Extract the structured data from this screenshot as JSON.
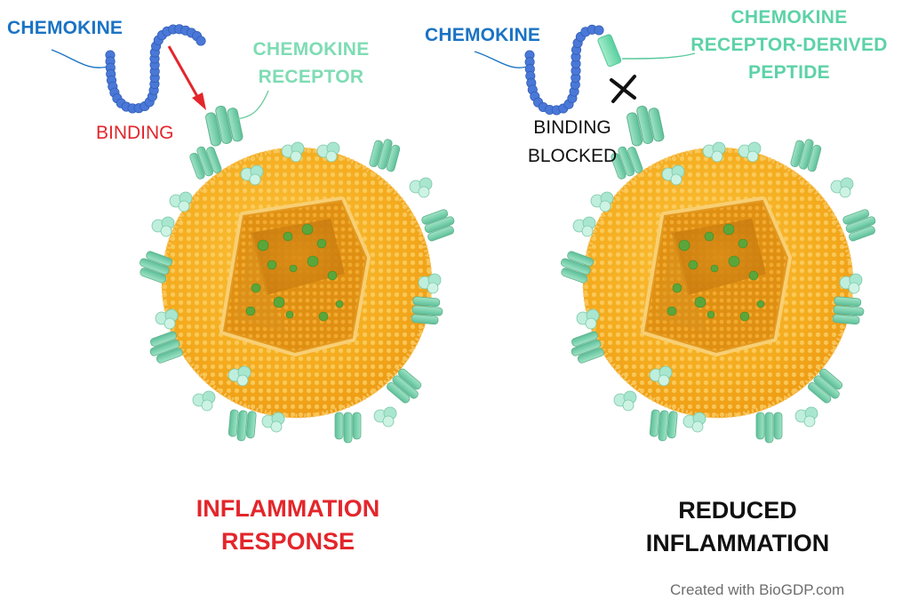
{
  "colors": {
    "chemokine_blue": "#1a73c4",
    "bead_blue": "#4a78d8",
    "receptor_green": "#7fdcb4",
    "peptide_green": "#5cd2a8",
    "binding_red": "#e3262b",
    "cell_orange": "#f3a81d",
    "nucleus_green": "#5aa63a",
    "block_black": "#111111"
  },
  "left_panel": {
    "chemokine_label": "CHEMOKINE",
    "receptor_label_line1": "CHEMOKINE",
    "receptor_label_line2": "RECEPTOR",
    "binding_label": "BINDING",
    "outcome_line1": "INFLAMMATION",
    "outcome_line2": "RESPONSE",
    "arrow_icon": "red-arrow"
  },
  "right_panel": {
    "chemokine_label": "CHEMOKINE",
    "peptide_label_line1": "CHEMOKINE",
    "peptide_label_line2": "RECEPTOR-DERIVED",
    "peptide_label_line3": "PEPTIDE",
    "binding_label_line1": "BINDING",
    "binding_label_line2": "BLOCKED",
    "block_icon": "x-mark",
    "outcome_line1": "REDUCED",
    "outcome_line2": "INFLAMMATION"
  },
  "footer": {
    "credit": "Created with BioGDP.com"
  }
}
